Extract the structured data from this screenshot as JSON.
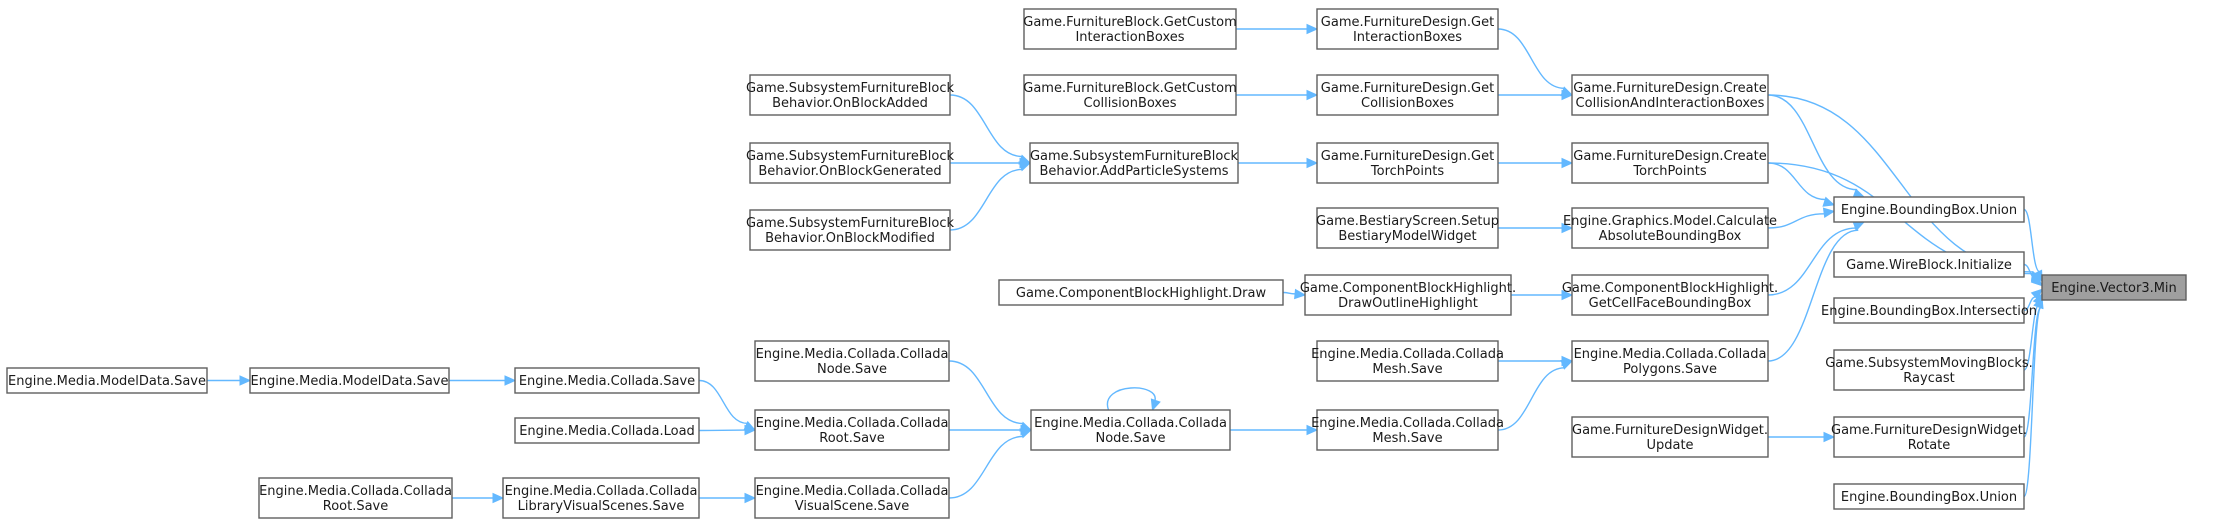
{
  "graph": {
    "nodes": {
      "vec3_min": {
        "lines": [
          "Engine.Vector3.Min"
        ],
        "root": true
      },
      "bb_union_a": {
        "lines": [
          "Engine.BoundingBox.Union"
        ]
      },
      "wireblock_init": {
        "lines": [
          "Game.WireBlock.Initialize"
        ]
      },
      "bb_intersection": {
        "lines": [
          "Engine.BoundingBox.Intersection"
        ]
      },
      "moving_raycast": {
        "lines": [
          "Game.SubsystemMovingBlocks.",
          "Raycast"
        ]
      },
      "fdw_rotate": {
        "lines": [
          "Game.FurnitureDesignWidget.",
          "Rotate"
        ]
      },
      "bb_union_b": {
        "lines": [
          "Engine.BoundingBox.Union"
        ]
      },
      "fd_create_collision": {
        "lines": [
          "Game.FurnitureDesign.Create",
          "CollisionAndInteractionBoxes"
        ]
      },
      "fd_create_torch": {
        "lines": [
          "Game.FurnitureDesign.Create",
          "TorchPoints"
        ]
      },
      "model_calc_abs": {
        "lines": [
          "Engine.Graphics.Model.Calculate",
          "AbsoluteBoundingBox"
        ]
      },
      "cbh_getcellface": {
        "lines": [
          "Game.ComponentBlockHighlight.",
          "GetCellFaceBoundingBox"
        ]
      },
      "collada_polygons_save": {
        "lines": [
          "Engine.Media.Collada.Collada",
          "Polygons.Save"
        ]
      },
      "fdw_update": {
        "lines": [
          "Game.FurnitureDesignWidget.",
          "Update"
        ]
      },
      "fd_get_interaction": {
        "lines": [
          "Game.FurnitureDesign.Get",
          "InteractionBoxes"
        ]
      },
      "fd_get_collision": {
        "lines": [
          "Game.FurnitureDesign.Get",
          "CollisionBoxes"
        ]
      },
      "fd_get_torch": {
        "lines": [
          "Game.FurnitureDesign.Get",
          "TorchPoints"
        ]
      },
      "bestiary_setup": {
        "lines": [
          "Game.BestiaryScreen.Setup",
          "BestiaryModelWidget"
        ]
      },
      "cbh_drawoutline": {
        "lines": [
          "Game.ComponentBlockHighlight.",
          "DrawOutlineHighlight"
        ]
      },
      "collada_mesh_save_a": {
        "lines": [
          "Engine.Media.Collada.Collada",
          "Mesh.Save"
        ]
      },
      "collada_mesh_save_b": {
        "lines": [
          "Engine.Media.Collada.Collada",
          "Mesh.Save"
        ]
      },
      "fb_get_interaction": {
        "lines": [
          "Game.FurnitureBlock.GetCustom",
          "InteractionBoxes"
        ]
      },
      "fb_get_collision": {
        "lines": [
          "Game.FurnitureBlock.GetCustom",
          "CollisionBoxes"
        ]
      },
      "sfb_add_particles": {
        "lines": [
          "Game.SubsystemFurnitureBlock",
          "Behavior.AddParticleSystems"
        ]
      },
      "cbh_draw": {
        "lines": [
          "Game.ComponentBlockHighlight.Draw"
        ]
      },
      "collada_node_save_center": {
        "lines": [
          "Engine.Media.Collada.Collada",
          "Node.Save"
        ]
      },
      "sfb_onadded": {
        "lines": [
          "Game.SubsystemFurnitureBlock",
          "Behavior.OnBlockAdded"
        ]
      },
      "sfb_ongenerated": {
        "lines": [
          "Game.SubsystemFurnitureBlock",
          "Behavior.OnBlockGenerated"
        ]
      },
      "sfb_onmodified": {
        "lines": [
          "Game.SubsystemFurnitureBlock",
          "Behavior.OnBlockModified"
        ]
      },
      "collada_node_save_left": {
        "lines": [
          "Engine.Media.Collada.Collada",
          "Node.Save"
        ]
      },
      "collada_root_save_mid": {
        "lines": [
          "Engine.Media.Collada.Collada",
          "Root.Save"
        ]
      },
      "collada_visualscene_save": {
        "lines": [
          "Engine.Media.Collada.Collada",
          "VisualScene.Save"
        ]
      },
      "collada_save": {
        "lines": [
          "Engine.Media.Collada.Save"
        ]
      },
      "collada_load": {
        "lines": [
          "Engine.Media.Collada.Load"
        ]
      },
      "collada_libvisual_save": {
        "lines": [
          "Engine.Media.Collada.Collada",
          "LibraryVisualScenes.Save"
        ]
      },
      "modeldata_save_b": {
        "lines": [
          "Engine.Media.ModelData.Save"
        ]
      },
      "collada_root_save_far": {
        "lines": [
          "Engine.Media.Collada.Collada",
          "Root.Save"
        ]
      },
      "modeldata_save_a": {
        "lines": [
          "Engine.Media.ModelData.Save"
        ]
      }
    },
    "edges": [
      [
        "bb_union_a",
        "vec3_min"
      ],
      [
        "wireblock_init",
        "vec3_min"
      ],
      [
        "bb_intersection",
        "vec3_min"
      ],
      [
        "moving_raycast",
        "vec3_min"
      ],
      [
        "fdw_rotate",
        "vec3_min"
      ],
      [
        "bb_union_b",
        "vec3_min"
      ],
      [
        "fd_create_collision",
        "vec3_min"
      ],
      [
        "fd_create_torch",
        "vec3_min"
      ],
      [
        "fd_create_collision",
        "bb_union_a"
      ],
      [
        "fd_create_torch",
        "bb_union_a"
      ],
      [
        "model_calc_abs",
        "bb_union_a"
      ],
      [
        "cbh_getcellface",
        "bb_union_a"
      ],
      [
        "collada_polygons_save",
        "bb_union_a"
      ],
      [
        "fdw_update",
        "fdw_rotate"
      ],
      [
        "fd_get_interaction",
        "fd_create_collision"
      ],
      [
        "fd_get_collision",
        "fd_create_collision"
      ],
      [
        "fd_get_torch",
        "fd_create_torch"
      ],
      [
        "bestiary_setup",
        "model_calc_abs"
      ],
      [
        "cbh_drawoutline",
        "cbh_getcellface"
      ],
      [
        "collada_mesh_save_a",
        "collada_polygons_save"
      ],
      [
        "collada_mesh_save_b",
        "collada_polygons_save"
      ],
      [
        "fb_get_interaction",
        "fd_get_interaction"
      ],
      [
        "fb_get_collision",
        "fd_get_collision"
      ],
      [
        "sfb_add_particles",
        "fd_get_torch"
      ],
      [
        "cbh_draw",
        "cbh_drawoutline"
      ],
      [
        "collada_node_save_center",
        "collada_mesh_save_b"
      ],
      [
        "collada_node_save_center",
        "collada_node_save_center"
      ],
      [
        "sfb_onadded",
        "sfb_add_particles"
      ],
      [
        "sfb_ongenerated",
        "sfb_add_particles"
      ],
      [
        "sfb_onmodified",
        "sfb_add_particles"
      ],
      [
        "collada_node_save_left",
        "collada_node_save_center"
      ],
      [
        "collada_root_save_mid",
        "collada_node_save_center"
      ],
      [
        "collada_visualscene_save",
        "collada_node_save_center"
      ],
      [
        "collada_save",
        "collada_root_save_mid"
      ],
      [
        "collada_load",
        "collada_root_save_mid"
      ],
      [
        "collada_libvisual_save",
        "collada_visualscene_save"
      ],
      [
        "modeldata_save_b",
        "collada_save"
      ],
      [
        "collada_root_save_far",
        "collada_libvisual_save"
      ],
      [
        "modeldata_save_a",
        "modeldata_save_b"
      ]
    ]
  },
  "colors": {
    "edge": "#63b8ff",
    "node_border": "#5f5f5f",
    "root_fill": "#9f9f9f",
    "background": "#ffffff"
  }
}
